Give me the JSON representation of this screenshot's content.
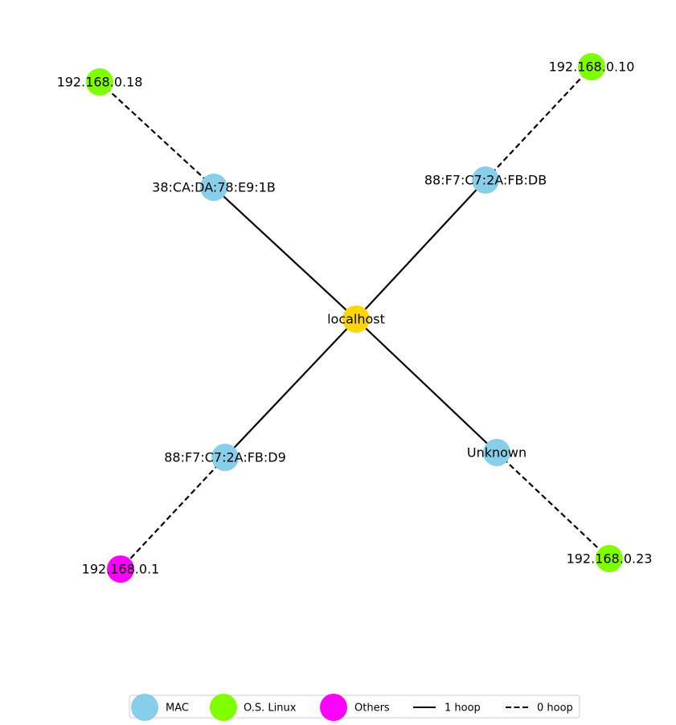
{
  "colors": {
    "mac": "#87CEEB",
    "linux": "#7FFF00",
    "others": "#FF00FF",
    "localhost": "#FFD700",
    "edge": "#000000"
  },
  "nodes": [
    {
      "id": "localhost",
      "label": "localhost",
      "kind": "localhost"
    },
    {
      "id": "mac1",
      "label": "38:CA:DA:78:E9:1B",
      "kind": "mac"
    },
    {
      "id": "mac2",
      "label": "88:F7:C7:2A:FB:DB",
      "kind": "mac"
    },
    {
      "id": "mac3",
      "label": "88:F7:C7:2A:FB:D9",
      "kind": "mac"
    },
    {
      "id": "mac4",
      "label": "Unknown",
      "kind": "mac"
    },
    {
      "id": "ip18",
      "label": "192.168.0.18",
      "kind": "linux"
    },
    {
      "id": "ip10",
      "label": "192.168.0.10",
      "kind": "linux"
    },
    {
      "id": "ip1",
      "label": "192.168.0.1",
      "kind": "others"
    },
    {
      "id": "ip23",
      "label": "192.168.0.23",
      "kind": "linux"
    }
  ],
  "edges": [
    {
      "from": "localhost",
      "to": "mac1",
      "style": "solid"
    },
    {
      "from": "localhost",
      "to": "mac2",
      "style": "solid"
    },
    {
      "from": "localhost",
      "to": "mac3",
      "style": "solid"
    },
    {
      "from": "localhost",
      "to": "mac4",
      "style": "solid"
    },
    {
      "from": "mac1",
      "to": "ip18",
      "style": "dashed"
    },
    {
      "from": "mac2",
      "to": "ip10",
      "style": "dashed"
    },
    {
      "from": "mac3",
      "to": "ip1",
      "style": "dashed"
    },
    {
      "from": "mac4",
      "to": "ip23",
      "style": "dashed"
    }
  ],
  "legend": {
    "mac_label": "MAC",
    "linux_label": "O.S. Linux",
    "others_label": "Others",
    "solid_label": "1 hoop",
    "dashed_label": "0 hoop"
  }
}
